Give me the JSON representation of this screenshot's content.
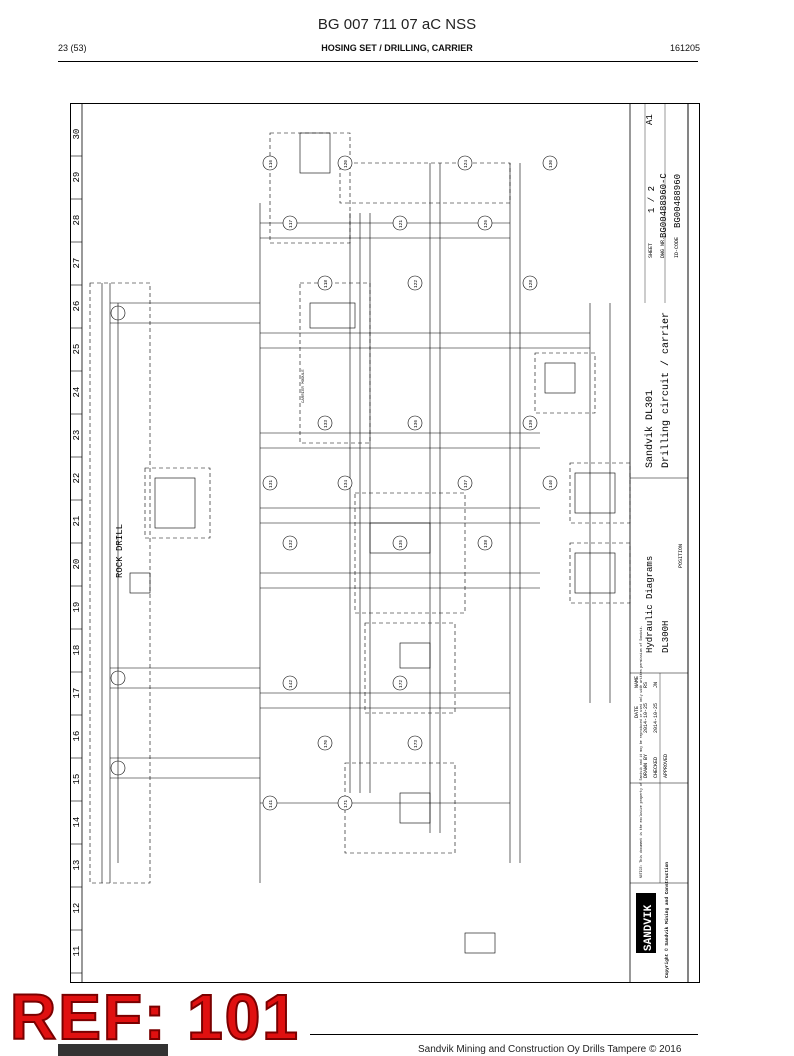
{
  "document": {
    "title": "BG 007 711 07 aC NSS",
    "page": "23 (53)",
    "section": "HOSING SET / DRILLING, CARRIER",
    "code": "161205"
  },
  "drawing": {
    "column_numbers": [
      "11",
      "12",
      "13",
      "14",
      "15",
      "16",
      "17",
      "18",
      "19",
      "20",
      "21",
      "22",
      "23",
      "24",
      "25",
      "26",
      "27",
      "28",
      "29",
      "30"
    ],
    "rock_drill_label": "ROCK DRILL",
    "carrier_label": "CARRIER MODULE",
    "title_block": {
      "product": "Sandvik DL301",
      "subtitle": "Drilling circuit / carrier",
      "diagram_type": "Hydraulic Diagrams",
      "model": "DL300H",
      "position_label": "POSITION",
      "sheet_label": "SHEET",
      "sheet": "1 / 2",
      "dwg_label": "DWG NR.",
      "dwg_no": "BG00488960-C",
      "id_label": "ID-CODE",
      "id_code": "BG00488960",
      "size": "A1",
      "brand": "SANDVIK",
      "copyright": "Copyright © Sandvik Mining and Construction",
      "date_col": "DATE",
      "name_col": "NAME",
      "rows": [
        {
          "role": "DRAWN BY",
          "date": "2014-10-25",
          "name": "RS"
        },
        {
          "role": "CHECKED",
          "date": "2014-10-25",
          "name": "JN"
        },
        {
          "role": "APPROVED",
          "date": "",
          "name": ""
        }
      ],
      "notice": "NOTICE: This document is the exclusive property of Sandvik and it may be reproduced or used only with written permission of Sandvik."
    },
    "circle_tags": [
      "116",
      "117",
      "118",
      "120",
      "121",
      "122",
      "124",
      "126",
      "128",
      "130",
      "131",
      "132",
      "133",
      "134",
      "135",
      "136",
      "137",
      "138",
      "139",
      "140",
      "141",
      "142",
      "170",
      "171",
      "172",
      "173"
    ]
  },
  "stamp": {
    "text": "REF: 101",
    "color": "#e01010"
  },
  "footer": {
    "text": "Sandvik Mining and Construction Oy Drills Tampere © 2016"
  }
}
